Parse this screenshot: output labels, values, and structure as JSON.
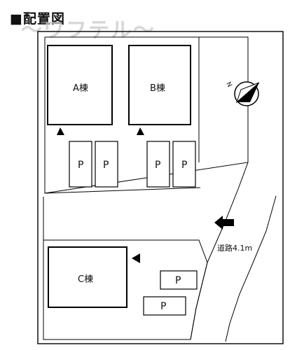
{
  "heading": "■配置図",
  "watermark": "〜ワフテル〜",
  "buildings": {
    "a": "A棟",
    "b": "B棟",
    "c": "C棟"
  },
  "parking_label": "P",
  "road_label": "道路4.1m",
  "compass_letter": "N"
}
